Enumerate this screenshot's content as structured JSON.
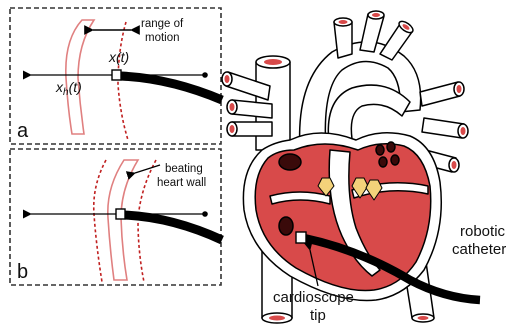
{
  "panel_a": {
    "label": "a",
    "range_label_line1": "range of",
    "range_label_line2": "motion",
    "x_label": "x(t)",
    "xh_label_base": "x",
    "xh_label_sub": "h",
    "xh_label_tail": "(t)"
  },
  "panel_b": {
    "label": "b",
    "wall_label_line1": "beating",
    "wall_label_line2": "heart wall"
  },
  "heart": {
    "catheter_label_line1": "robotic",
    "catheter_label_line2": "catheter",
    "tip_label_line1": "cardioscope",
    "tip_label_line2": "tip"
  },
  "colors": {
    "myocardium": "#d84a4a",
    "vessel_opening": "#d84a4a",
    "wall_outline": "#d03030",
    "valve": "#f3d27a",
    "catheter": "#000000"
  }
}
